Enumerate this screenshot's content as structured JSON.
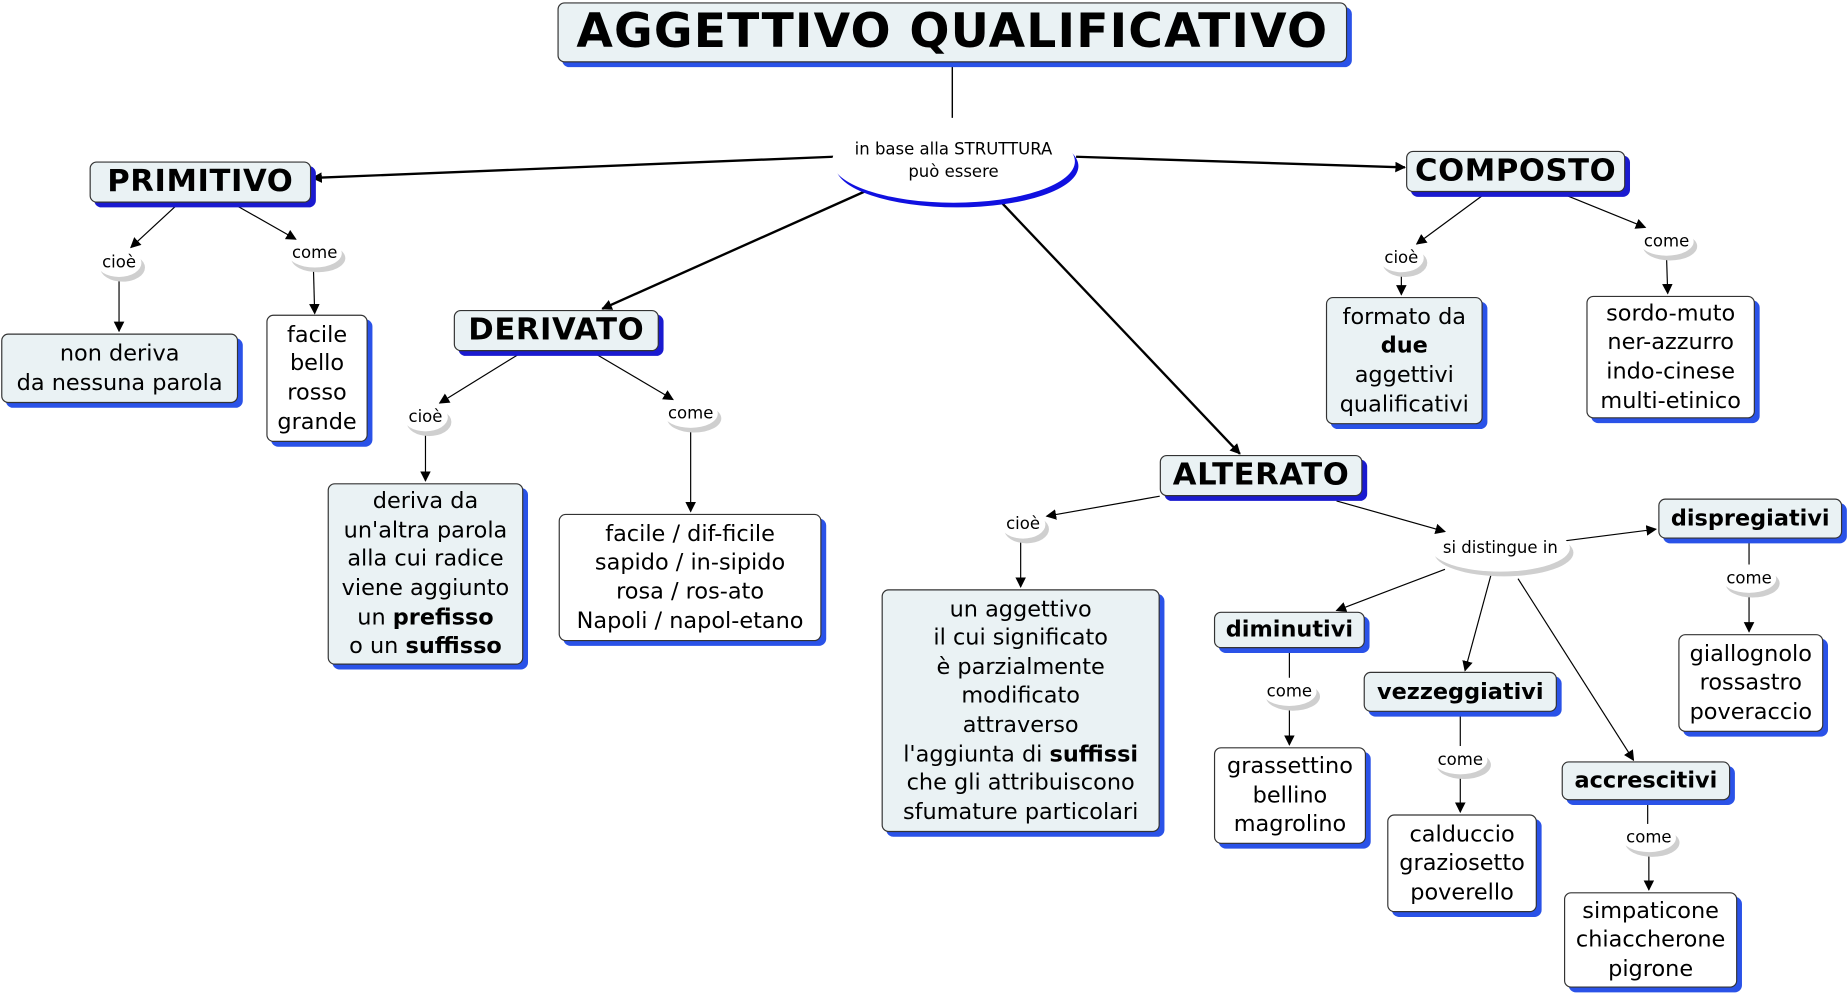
{
  "title": "AGGETTIVO QUALIFICATIVO",
  "colors": {
    "shadow": "#2a52e8",
    "concept_bg": "#eaf2f4",
    "main_arc": "#1010e0"
  },
  "nodes": [
    {
      "id": "title",
      "lines": [
        "AGGETTIVO QUALIFICATIVO"
      ]
    },
    {
      "id": "struttura",
      "lines": [
        "in base alla STRUTTURA",
        "può essere"
      ]
    },
    {
      "id": "primitivo",
      "lines": [
        "PRIMITIVO"
      ]
    },
    {
      "id": "composto",
      "lines": [
        "COMPOSTO"
      ]
    },
    {
      "id": "derivato",
      "lines": [
        "DERIVATO"
      ]
    },
    {
      "id": "alterato",
      "lines": [
        "ALTERATO"
      ]
    },
    {
      "id": "prim-cioe",
      "lines": [
        "cioè"
      ]
    },
    {
      "id": "prim-come",
      "lines": [
        "come"
      ]
    },
    {
      "id": "prim-def",
      "lines": [
        "non deriva",
        "da nessuna parola"
      ]
    },
    {
      "id": "prim-ex",
      "lines": [
        "facile",
        "bello",
        "rosso",
        "grande"
      ]
    },
    {
      "id": "der-cioe",
      "lines": [
        "cioè"
      ]
    },
    {
      "id": "der-come",
      "lines": [
        "come"
      ]
    },
    {
      "id": "der-def",
      "lines": [
        "deriva da",
        "un'altra parola",
        "alla cui radice",
        "viene aggiunto",
        {
          "text": "un ",
          "bold": "prefisso"
        },
        {
          "text": "o un ",
          "bold": "suffisso"
        }
      ]
    },
    {
      "id": "der-ex",
      "lines": [
        "facile / dif-ficile",
        "sapido / in-sipido",
        "rosa / ros-ato",
        "Napoli / napol-etano"
      ]
    },
    {
      "id": "comp-cioe",
      "lines": [
        "cioè"
      ]
    },
    {
      "id": "comp-come",
      "lines": [
        "come"
      ]
    },
    {
      "id": "comp-def",
      "lines": [
        "formato da",
        {
          "text": "",
          "bold": "due"
        },
        "aggettivi",
        "qualificativi"
      ]
    },
    {
      "id": "comp-ex",
      "lines": [
        "sordo-muto",
        "ner-azzurro",
        "indo-cinese",
        "multi-etinico"
      ]
    },
    {
      "id": "alt-cioe",
      "lines": [
        "cioè"
      ]
    },
    {
      "id": "alt-def",
      "lines": [
        "un aggettivo",
        "il cui significato",
        "è parzialmente",
        "modificato",
        "attraverso",
        {
          "text": "l'aggiunta di ",
          "bold": "suffissi"
        },
        "che gli attribuiscono",
        "sfumature particolari"
      ]
    },
    {
      "id": "si-distingue",
      "lines": [
        "si distingue in"
      ]
    },
    {
      "id": "dispregiativi",
      "lines": [
        "dispregiativi"
      ]
    },
    {
      "id": "diminutivi",
      "lines": [
        "diminutivi"
      ]
    },
    {
      "id": "vezzeggiativi",
      "lines": [
        "vezzeggiativi"
      ]
    },
    {
      "id": "accrescitivi",
      "lines": [
        "accrescitivi"
      ]
    },
    {
      "id": "disp-come",
      "lines": [
        "come"
      ]
    },
    {
      "id": "dim-come",
      "lines": [
        "come"
      ]
    },
    {
      "id": "vez-come",
      "lines": [
        "come"
      ]
    },
    {
      "id": "acc-come",
      "lines": [
        "come"
      ]
    },
    {
      "id": "disp-ex",
      "lines": [
        "giallognolo",
        "rossastro",
        "poveraccio"
      ]
    },
    {
      "id": "dim-ex",
      "lines": [
        "grassettino",
        "bellino",
        "magrolino"
      ]
    },
    {
      "id": "vez-ex",
      "lines": [
        "calduccio",
        "graziosetto",
        "poverello"
      ]
    },
    {
      "id": "acc-ex",
      "lines": [
        "simpaticone",
        "chiaccherone",
        "pigrone"
      ]
    }
  ]
}
